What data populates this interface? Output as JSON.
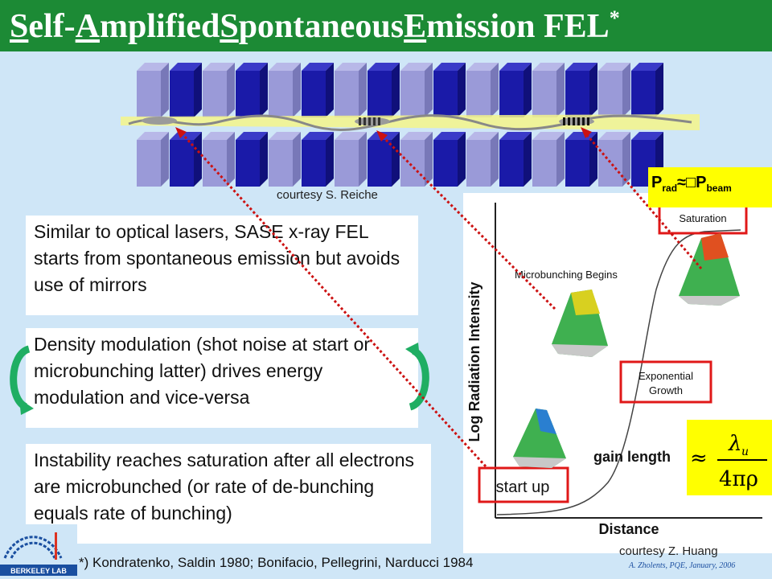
{
  "title": {
    "w1_first": "S",
    "w1_rest": "elf-",
    "w2_first": "A",
    "w2_rest": "mplified ",
    "w3_first": "S",
    "w3_rest": "pontaneous ",
    "w4_first": "E",
    "w4_rest": "mission FEL",
    "star": "*"
  },
  "courtesy_reiche": "courtesy S. Reiche",
  "courtesy_huang": "courtesy Z. Huang",
  "box1": "Similar to optical lasers, SASE x-ray FEL starts from spontaneous emission but avoids use of mirrors",
  "box2": "Density modulation (shot noise at start or microbunching latter)  drives energy modulation and vice-versa",
  "box3": "Instability reaches saturation after all electrons are microbunched (or rate of de-bunching equals rate of bunching)",
  "plot": {
    "ylabel": "Log Radiation Intensity",
    "xlabel": "Distance",
    "saturation": "Saturation",
    "microbunching": "Microbunching Begins",
    "exp_line1": "Exponential",
    "exp_line2": "Growth",
    "startup": "start up"
  },
  "prad": {
    "p": "P",
    "rad": "rad",
    "approx": "≈",
    "box": "□",
    "p2": "P",
    "beam": "beam"
  },
  "gain_length": "gain length",
  "formula": {
    "approx": "≈",
    "num": "λ",
    "num_sub": "u",
    "den": "4πρ"
  },
  "footer": "*) Kondratenko, Saldin 1980; Bonifacio, Pellegrini, Narducci 1984",
  "signature": "A. Zholents, PQE, January, 2006",
  "logo_text": "BERKELEY LAB",
  "colors": {
    "title_bar": "#1c8a35",
    "background": "#cfe6f7",
    "magnet_dark": "#1a1aa8",
    "magnet_light": "#9a9ad8",
    "highlight": "#ffff00",
    "red_box": "#e01818",
    "arrow_red": "#cc1111",
    "curl_arrow": "#1fae63"
  }
}
